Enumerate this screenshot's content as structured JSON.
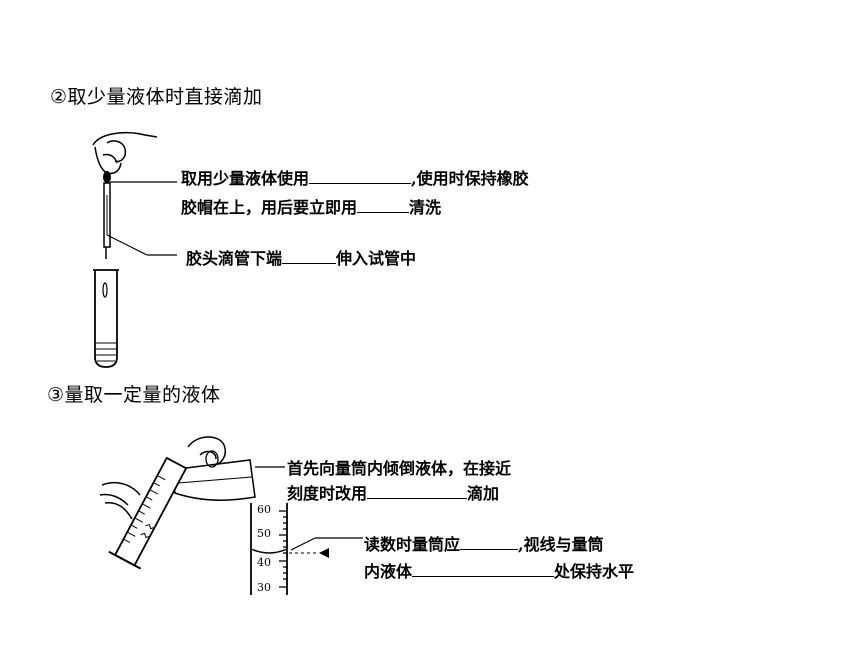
{
  "section2": {
    "heading": "②取少量液体时直接滴加",
    "note1_a": "取用少量液体使用",
    "note1_b": ",使用时保持橡胶",
    "note1_c": "胶帽在上，用后要立即用",
    "note1_d": "清洗",
    "note2_a": "胶头滴管下端",
    "note2_b": "伸入试管中"
  },
  "section3": {
    "heading": "③量取一定量的液体",
    "note1_a": "首先向量筒内倾倒液体，在接近",
    "note1_b": "刻度时改用",
    "note1_c": "滴加",
    "note2_a": "读数时量筒应",
    "note2_b": ",视线与量筒",
    "note2_c": "内液体",
    "note2_d": "处保持水平",
    "scale": [
      "60",
      "50",
      "40",
      "30"
    ]
  }
}
